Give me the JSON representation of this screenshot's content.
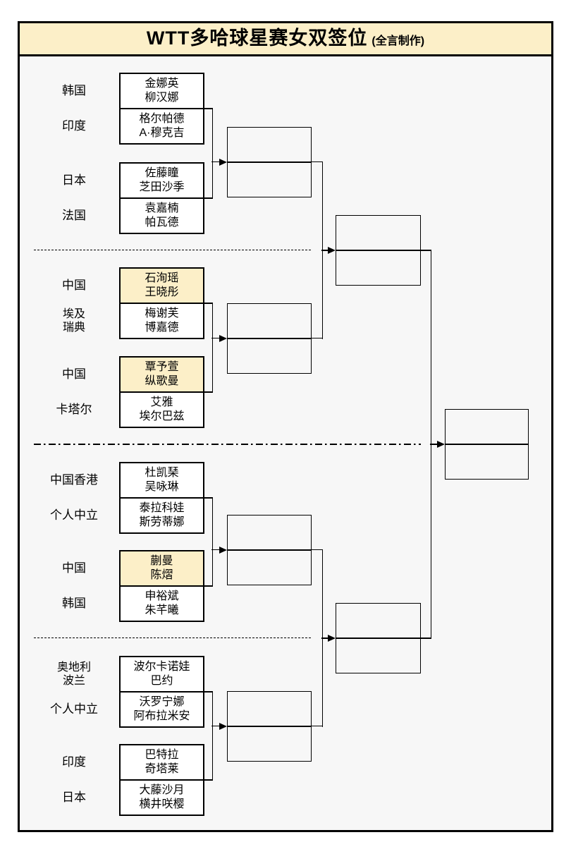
{
  "title": {
    "main": "WTT多哈球星赛女双签位",
    "credit": "(全言制作)"
  },
  "colors": {
    "highlight": "#fcefc8",
    "background": "#f7f7f7",
    "line": "#000000"
  },
  "quarters": [
    {
      "teams": [
        {
          "country_lines": [
            "韩国"
          ],
          "players": [
            "金娜英",
            "柳汉娜"
          ],
          "highlight": false
        },
        {
          "country_lines": [
            "印度"
          ],
          "players": [
            "格尔帕德",
            "A·穆克吉"
          ],
          "highlight": false
        },
        {
          "country_lines": [
            "日本"
          ],
          "players": [
            "佐藤瞳",
            "芝田沙季"
          ],
          "highlight": false
        },
        {
          "country_lines": [
            "法国"
          ],
          "players": [
            "袁嘉楠",
            "帕瓦德"
          ],
          "highlight": false
        }
      ]
    },
    {
      "teams": [
        {
          "country_lines": [
            "中国"
          ],
          "players": [
            "石洵瑶",
            "王晓彤"
          ],
          "highlight": true
        },
        {
          "country_lines": [
            "埃及",
            "瑞典"
          ],
          "players": [
            "梅谢芙",
            "博嘉德"
          ],
          "highlight": false
        },
        {
          "country_lines": [
            "中国"
          ],
          "players": [
            "覃予萱",
            "纵歌曼"
          ],
          "highlight": true
        },
        {
          "country_lines": [
            "卡塔尔"
          ],
          "players": [
            "艾雅",
            "埃尔巴兹"
          ],
          "highlight": false
        }
      ]
    },
    {
      "teams": [
        {
          "country_lines": [
            "中国香港"
          ],
          "players": [
            "杜凯琹",
            "吴咏琳"
          ],
          "highlight": false
        },
        {
          "country_lines": [
            "个人中立"
          ],
          "players": [
            "泰拉科娃",
            "斯劳蒂娜"
          ],
          "highlight": false
        },
        {
          "country_lines": [
            "中国"
          ],
          "players": [
            "蒯曼",
            "陈熠"
          ],
          "highlight": true
        },
        {
          "country_lines": [
            "韩国"
          ],
          "players": [
            "申裕斌",
            "朱芊曦"
          ],
          "highlight": false
        }
      ]
    },
    {
      "teams": [
        {
          "country_lines": [
            "奥地利",
            "波兰"
          ],
          "players": [
            "波尔卡诺娃",
            "巴约"
          ],
          "highlight": false
        },
        {
          "country_lines": [
            "个人中立"
          ],
          "players": [
            "沃罗宁娜",
            "阿布拉米安"
          ],
          "highlight": false
        },
        {
          "country_lines": [
            "印度"
          ],
          "players": [
            "巴特拉",
            "奇塔莱"
          ],
          "highlight": false
        },
        {
          "country_lines": [
            "日本"
          ],
          "players": [
            "大藤沙月",
            "横井咲樱"
          ],
          "highlight": false
        }
      ]
    }
  ]
}
